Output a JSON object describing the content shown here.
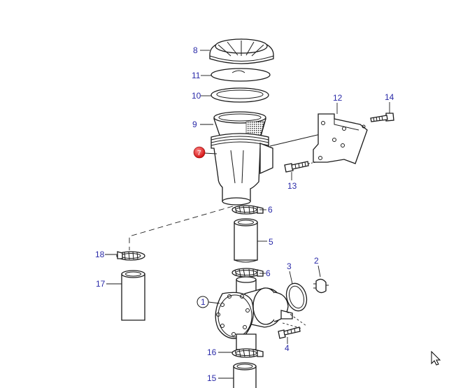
{
  "callouts": {
    "c1": "1",
    "c2": "2",
    "c3": "3",
    "c4": "4",
    "c5": "5",
    "c6a": "6",
    "c6b": "6",
    "c7": "7",
    "c8": "8",
    "c9": "9",
    "c10": "10",
    "c11": "11",
    "c12": "12",
    "c13": "13",
    "c14": "14",
    "c15": "15",
    "c16": "16",
    "c17": "17",
    "c18": "18"
  },
  "colors": {
    "callout_text": "#2a2aa8",
    "highlight_marker": "#e31b1b"
  },
  "highlighted_part": "7"
}
